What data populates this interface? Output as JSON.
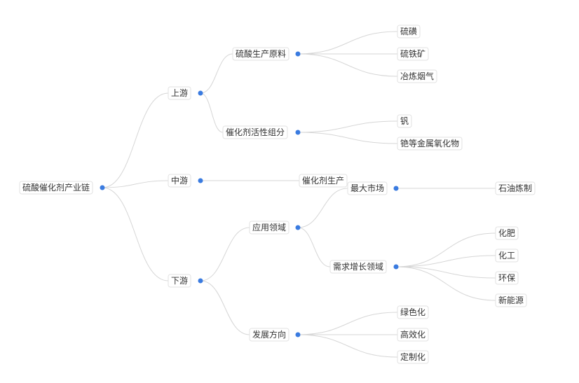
{
  "nodes": {
    "root": "硫酸催化剂产业链",
    "upstream": "上游",
    "midstream": "中游",
    "downstream": "下游",
    "raw_materials": "硫酸生产原料",
    "active_components": "催化剂活性组分",
    "sulfur": "硫磺",
    "pyrite": "硫铁矿",
    "smelting_gas": "冶炼烟气",
    "vanadium": "钒",
    "cesium_oxides": "铯等金属氧化物",
    "catalyst_production": "催化剂生产",
    "applications": "应用领域",
    "development": "发展方向",
    "largest_market": "最大市场",
    "petroleum_refining": "石油炼制",
    "demand_growth": "需求增长领域",
    "fertilizer": "化肥",
    "chemical": "化工",
    "environmental": "环保",
    "new_energy": "新能源",
    "green": "绿色化",
    "efficient": "高效化",
    "customized": "定制化"
  }
}
